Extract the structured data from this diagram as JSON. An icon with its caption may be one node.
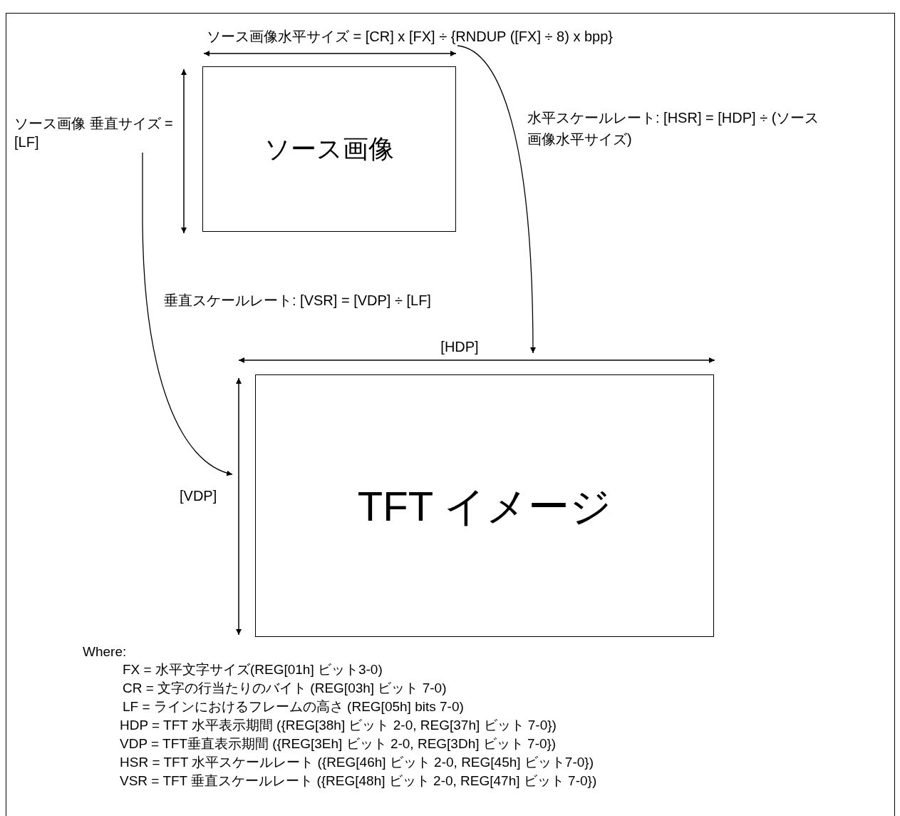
{
  "diagram": {
    "nodes": [
      {
        "text": [
          "ソース画像"
        ]
      },
      {
        "text": [
          "TFT イメージ"
        ]
      },
      {
        "text": [
          "ソース画像水平サイズ = [CR] x [FX] ÷ {RNDUP ([FX] ÷ 8) x bpp}"
        ]
      },
      {
        "text": [
          "ソース画像 垂直サイズ = [LF]"
        ]
      }
    ],
    "edges": [
      {
        "from": 2,
        "to": 1,
        "arrow": "to",
        "label": "水平スケールレート: [HSR] = [HDP] ÷ (ソース画像水平サイズ)"
      },
      {
        "from": 3,
        "to": 1,
        "arrow": "to",
        "label": "垂直スケールレート: [VSR] = [VDP] ÷ [LF]"
      }
    ],
    "labels": [
      "[HDP]",
      "[VDP]",
      "Where:",
      "FX = 水平文字サイズ(REG[01h] ビット3-0)",
      "CR = 文字の行当たりのバイト (REG[03h] ビット 7-0)",
      "LF = ラインにおけるフレームの高さ (REG[05h] bits 7-0)",
      "HDP = TFT 水平表示期間 ({REG[38h] ビット 2-0, REG[37h] ビット 7-0})",
      "VDP = TFT垂直表示期間 ({REG[3Eh] ビット 2-0, REG[3Dh] ビット 7-0})",
      "HSR = TFT 水平スケールレート ({REG[46h] ビット 2-0, REG[45h] ビット7-0})",
      "VSR = TFT 垂直スケールレート ({REG[48h] ビット 2-0, REG[47h] ビット 7-0})"
    ]
  }
}
